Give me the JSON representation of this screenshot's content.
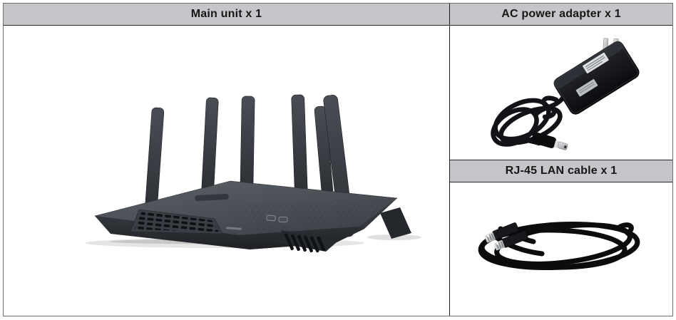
{
  "page": {
    "background": "#ffffff"
  },
  "table": {
    "colors": {
      "header_background": "#c5c6c9",
      "header_text": "#161616",
      "outer_border": "#6e7073",
      "inner_border": "#232323"
    },
    "main_unit": {
      "header": "Main unit x 1",
      "image": "six-antenna-wifi-router-angled-view"
    },
    "ac_adapter": {
      "header": "AC power adapter x 1",
      "image": "black-wall-plug-power-adapter-with-coiled-cord-and-dc-barrel-connector"
    },
    "lan_cable": {
      "header": "RJ-45 LAN cable x 1",
      "image": "coiled-black-rj45-ethernet-cable-with-two-connectors"
    }
  }
}
